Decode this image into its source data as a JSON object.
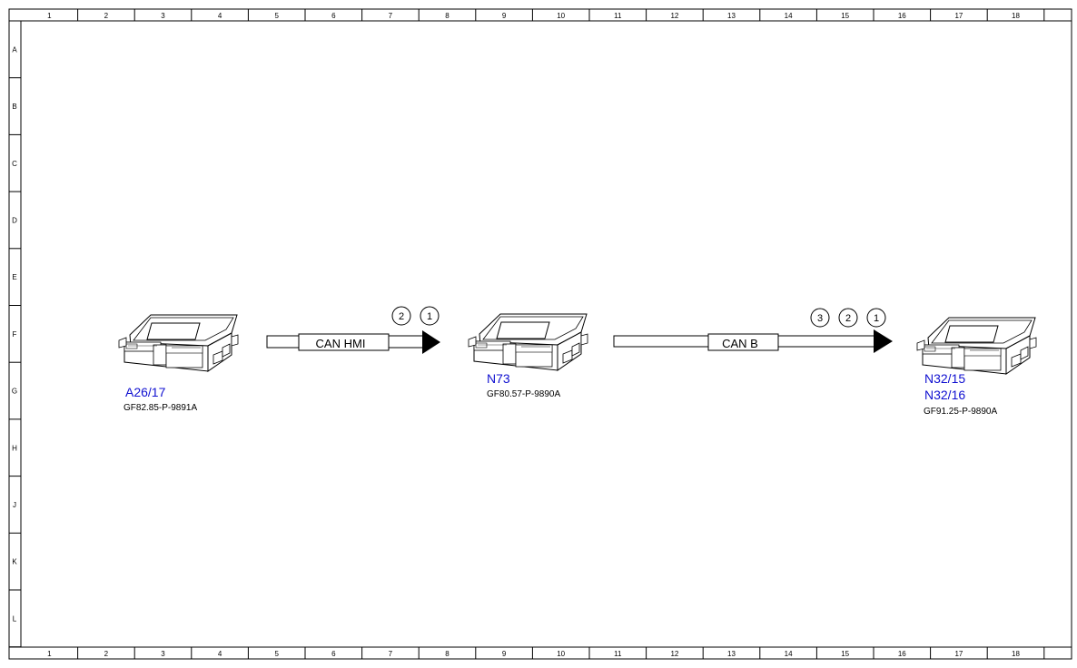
{
  "grid": {
    "columns": [
      "1",
      "2",
      "3",
      "4",
      "5",
      "6",
      "7",
      "8",
      "9",
      "10",
      "11",
      "12",
      "13",
      "14",
      "15",
      "16",
      "17",
      "18"
    ],
    "rows": [
      "A",
      "B",
      "C",
      "D",
      "E",
      "F",
      "G",
      "H",
      "J",
      "K",
      "L"
    ]
  },
  "modules": [
    {
      "codes": [
        "A26/17"
      ],
      "doc_ref": "GF82.85-P-9891A"
    },
    {
      "codes": [
        "N73"
      ],
      "doc_ref": "GF80.57-P-9890A"
    },
    {
      "codes": [
        "N32/15",
        "N32/16"
      ],
      "doc_ref": "GF91.25-P-9890A"
    }
  ],
  "buses": [
    {
      "label": "CAN HMI",
      "markers": [
        "2",
        "1"
      ]
    },
    {
      "label": "CAN B",
      "markers": [
        "3",
        "2",
        "1"
      ]
    }
  ],
  "icons": [
    "control-unit-icon",
    "arrow-head-icon",
    "circle-marker-icon"
  ],
  "colors": {
    "code_text": "#1010d0",
    "line": "#000000",
    "background": "#ffffff"
  }
}
